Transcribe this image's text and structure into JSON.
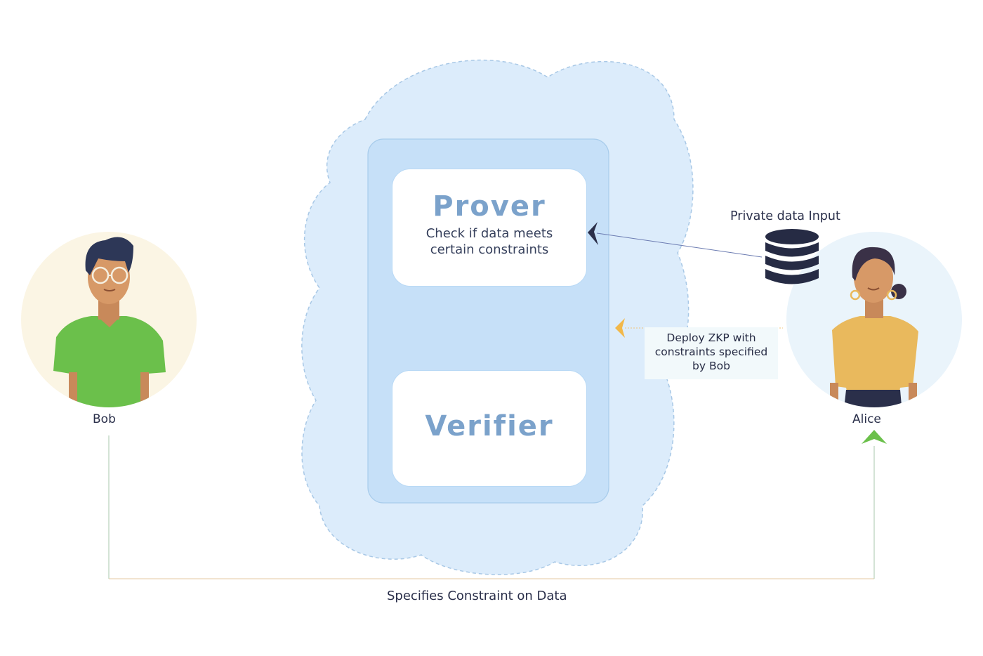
{
  "diagram": {
    "prover": {
      "title": "Prover",
      "description_line1": "Check if data meets",
      "description_line2": "certain constraints"
    },
    "verifier": {
      "title": "Verifier"
    },
    "private_input_label": "Private data Input",
    "deploy_label_line1": "Deploy ZKP with",
    "deploy_label_line2": "constraints specified",
    "deploy_label_line3": "by Bob",
    "bob_label": "Bob",
    "alice_label": "Alice",
    "bottom_label": "Specifies Constraint on Data"
  },
  "colors": {
    "cloud_fill": "#dcecfb",
    "panel_fill": "#c6e0f8",
    "title_text": "#7ba2cb",
    "bob_shirt": "#6bc04b",
    "alice_top": "#e9b95d",
    "database": "#262b44",
    "deploy_arrow": "#f2b84a",
    "alice_arrow": "#6bc04b"
  },
  "icons": [
    "database-icon",
    "bob-avatar",
    "alice-avatar",
    "cloud-shape"
  ]
}
